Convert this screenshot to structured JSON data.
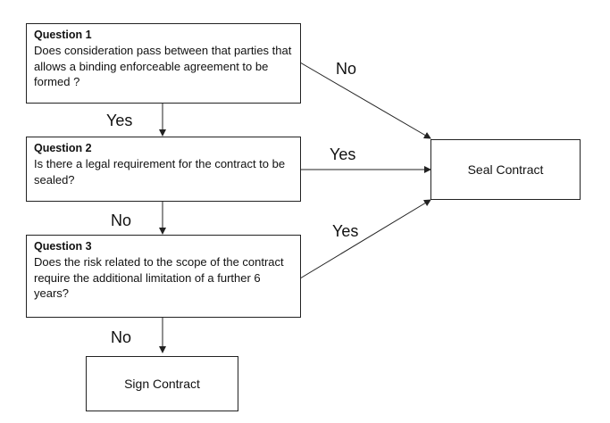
{
  "questions": [
    {
      "title": "Question 1",
      "text": "Does consideration pass between that parties that allows a binding enforceable agreement to be formed ?"
    },
    {
      "title": "Question 2",
      "text": "Is there a legal requirement for the contract to be sealed?"
    },
    {
      "title": "Question 3",
      "text": "Does the risk related to the scope of the contract require the additional limitation of a further 6 years?"
    }
  ],
  "outcomes": {
    "seal": "Seal Contract",
    "sign": "Sign Contract"
  },
  "edges": {
    "q1_to_q2": "Yes",
    "q1_to_seal": "No",
    "q2_to_q3": "No",
    "q2_to_seal": "Yes",
    "q3_to_sign": "No",
    "q3_to_seal": "Yes"
  }
}
